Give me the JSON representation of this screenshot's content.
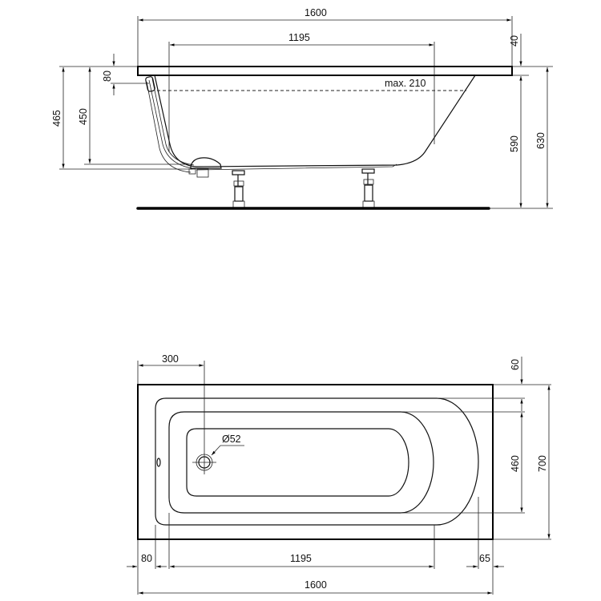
{
  "drawing": {
    "subject": "Rectangular bathtub technical drawing",
    "unit": "mm",
    "line_color": "#000000",
    "background": "#ffffff"
  },
  "side_view": {
    "overall_length": "1600",
    "inner_length": "1195",
    "rim_thickness": "40",
    "overflow_depth": "80",
    "max_water_level": "max. 210",
    "height_to_drain_inner": "450",
    "height_to_drain_outer": "465",
    "tub_body_height": "590",
    "total_height": "630"
  },
  "top_view": {
    "drain_offset": "300",
    "drain_diameter": "Ø52",
    "rim_width_top": "60",
    "inner_width": "460",
    "overall_width": "700",
    "left_rim": "80",
    "inner_length": "1195",
    "right_rim": "65",
    "overall_length": "1600"
  }
}
